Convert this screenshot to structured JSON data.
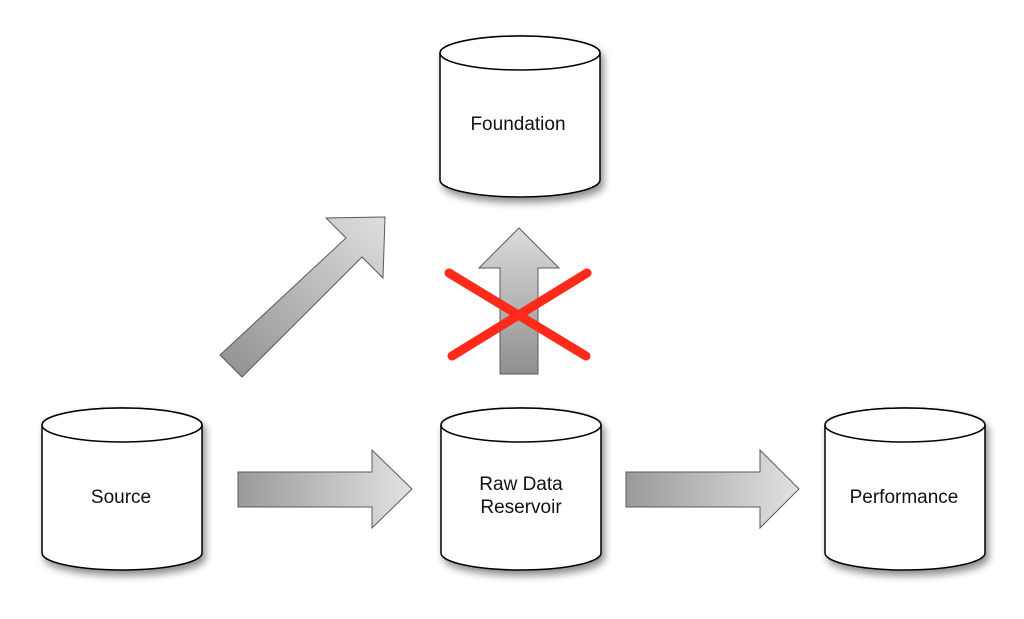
{
  "nodes": {
    "foundation": {
      "label": "Foundation"
    },
    "source": {
      "label": "Source"
    },
    "reservoir": {
      "label_line1": "Raw Data",
      "label_line2": "Reservoir"
    },
    "performance": {
      "label": "Performance"
    }
  },
  "colors": {
    "cylinder_fill": "#ffffff",
    "cylinder_stroke": "#000000",
    "arrow_light": "#d6d6d6",
    "arrow_dark": "#8f8f8f",
    "cross": "#ff2a1a"
  },
  "icons": {
    "blocked_marker": "red-x-cross"
  }
}
